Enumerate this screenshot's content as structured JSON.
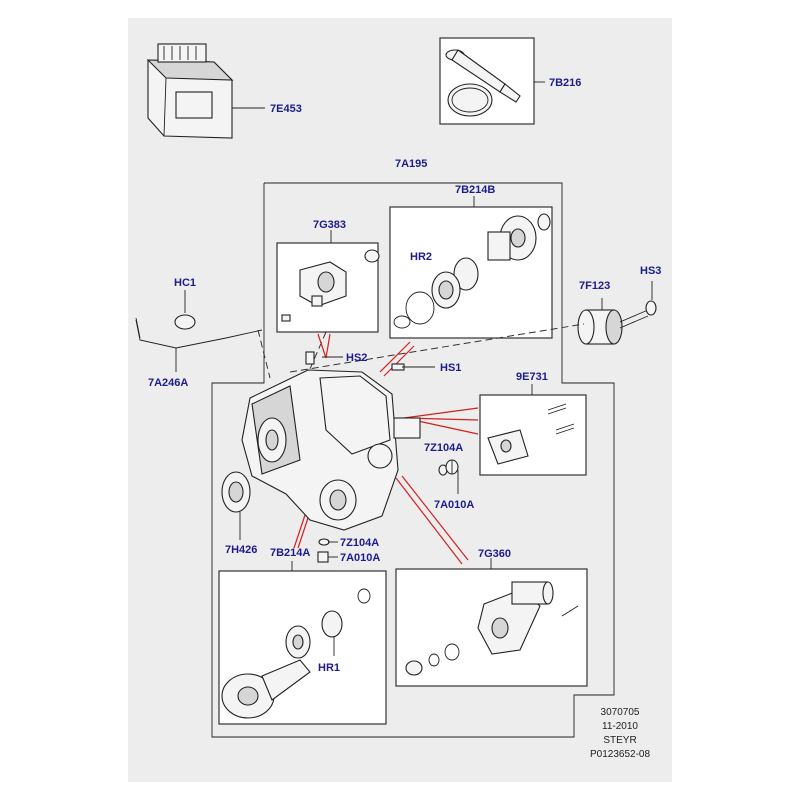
{
  "callouts": {
    "c_7E453": "7E453",
    "c_7B216": "7B216",
    "c_7A195": "7A195",
    "c_7B214B": "7B214B",
    "c_7G383": "7G383",
    "c_HR2": "HR2",
    "c_7F123": "7F123",
    "c_HS3": "HS3",
    "c_HC1": "HC1",
    "c_HS2": "HS2",
    "c_HS1": "HS1",
    "c_7A246A": "7A246A",
    "c_9E731": "9E731",
    "c_7Z104A_r": "7Z104A",
    "c_7A010A_r": "7A010A",
    "c_7H426": "7H426",
    "c_7B214A": "7B214A",
    "c_7Z104A_l": "7Z104A",
    "c_7A010A_l": "7A010A",
    "c_7G360": "7G360",
    "c_HR1": "HR1"
  },
  "footer": {
    "line1": "3070705",
    "line2": "11-2010",
    "line3": "STEYR",
    "line4": "P0123652-08"
  },
  "colors": {
    "callout_text": "#1c1c8c",
    "panel_background": "#ededed",
    "leader_red": "#d42020"
  }
}
